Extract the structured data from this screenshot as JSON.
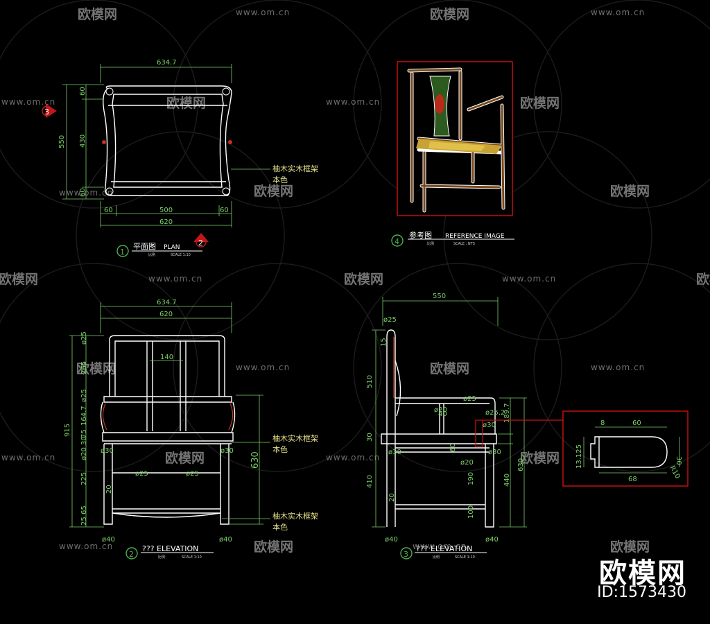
{
  "watermark": {
    "url": "www.om.cn",
    "cn": "欧模网"
  },
  "brand": {
    "name": "欧模网",
    "id": "ID:1573430"
  },
  "plan": {
    "top_width": "634.7",
    "left_dims": [
      "60",
      "430",
      "60"
    ],
    "left_total": "550",
    "bottom_dims": [
      "60",
      "500",
      "60"
    ],
    "bottom_total": "620",
    "note_line1": "柚木实木框架",
    "note_line2": "本色",
    "title_num": "1",
    "title_cn": "平面图",
    "title_en": "PLAN",
    "scale_cn": "比例",
    "scale": "SCALE 1:10",
    "marker_left": "3",
    "marker_bottom": "2"
  },
  "reference": {
    "title_num": "4",
    "title_cn": "参考图",
    "title_en": "REFERENCE IMAGE",
    "scale_cn": "比例",
    "scale": "SCALE : NTS"
  },
  "front": {
    "top_width": "634.7",
    "width": "620",
    "back_panel": "140",
    "left_dims": [
      "ø25",
      "265",
      "ø25",
      "164.7",
      "75",
      "30",
      "ø20",
      "225",
      "20",
      "65",
      "25"
    ],
    "left_total": "915",
    "seat_height": "630",
    "dia_labels": [
      "ø30",
      "ø30",
      "ø25",
      "ø25",
      "ø40",
      "ø40"
    ],
    "note1_line1": "柚木实木框架",
    "note1_line2": "本色",
    "note2_line1": "柚木实木框架",
    "note2_line2": "本色",
    "title_num": "2",
    "title_text": "??? ELEVATION",
    "scale_cn": "比例",
    "scale": "SCALE 1:10"
  },
  "side": {
    "top_depth": "550",
    "left_dims": [
      "ø25",
      "15",
      "510",
      "30",
      "410",
      "20"
    ],
    "dia_labels": [
      "ø25",
      "ø25.2",
      "ø20",
      "ø30",
      "ø30",
      "ø20",
      "ø30",
      "ø40",
      "ø40"
    ],
    "right_dims": [
      "189.7",
      "40",
      "60",
      "190",
      "440",
      "100",
      "630"
    ],
    "title_num": "3",
    "title_text": "??? ELEVATION",
    "scale_cn": "比例",
    "scale": "SCALE 1:10"
  },
  "detail": {
    "dims_top": [
      "8",
      "60"
    ],
    "dims_left": [
      "13.125"
    ],
    "dims_right": [
      "30",
      "R10"
    ],
    "dims_bottom": [
      "68"
    ]
  }
}
